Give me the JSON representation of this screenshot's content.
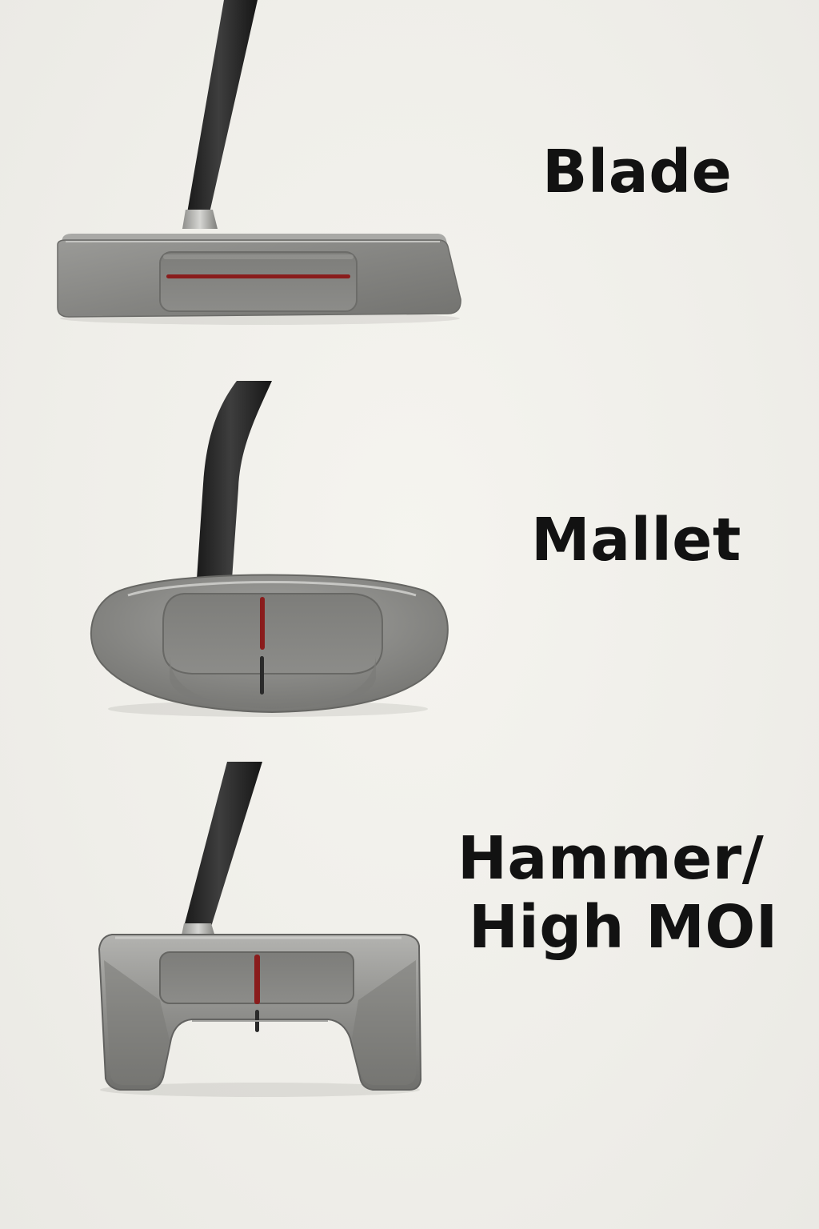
{
  "putters": [
    {
      "id": "blade",
      "label": "Blade"
    },
    {
      "id": "mallet",
      "label": "Mallet"
    },
    {
      "id": "hammer",
      "label_lines": [
        "Hammer/",
        "High MOI"
      ]
    }
  ],
  "colors": {
    "background": "#f0efea",
    "shaft": "#2b2b2b",
    "head_metal": "#8a8a88",
    "sight_line_red": "#8a1c1c",
    "label_text": "#121212"
  }
}
